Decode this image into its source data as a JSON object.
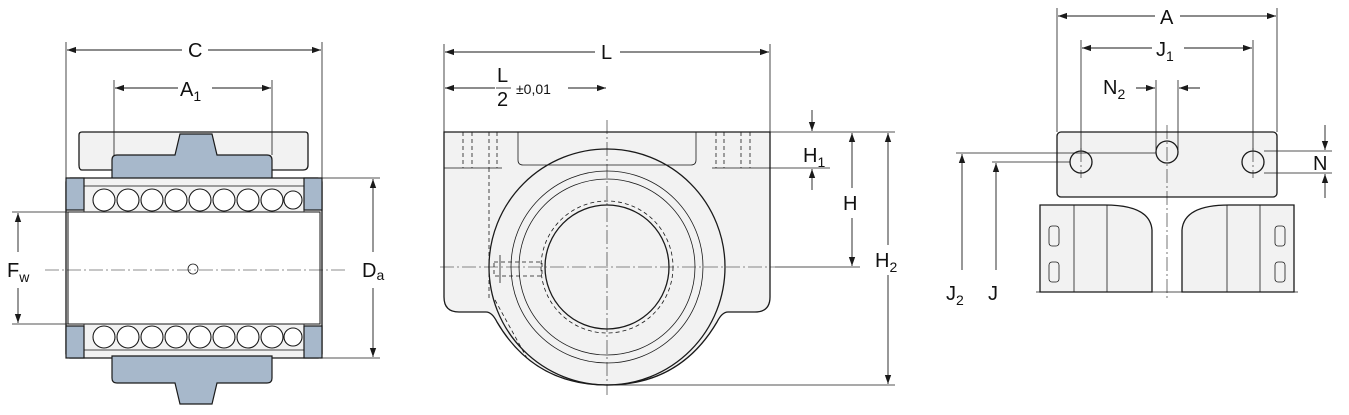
{
  "colors": {
    "component_fill": "#a7b8cb",
    "housing_fill": "#f2f2f2",
    "line": "#1a1a1a"
  },
  "views": {
    "side": {
      "C": "C",
      "A1_main": "A",
      "A1_sub": "1",
      "Fw_main": "F",
      "Fw_sub": "w",
      "Da_main": "D",
      "Da_sub": "a"
    },
    "front": {
      "L": "L",
      "half_num": "L",
      "half_den": "2",
      "tolerance": "±0,01",
      "H1_main": "H",
      "H1_sub": "1",
      "H": "H",
      "H2_main": "H",
      "H2_sub": "2"
    },
    "top": {
      "A": "A",
      "J1_main": "J",
      "J1_sub": "1",
      "N2_main": "N",
      "N2_sub": "2",
      "N": "N",
      "J2_main": "J",
      "J2_sub": "2",
      "J": "J"
    }
  }
}
